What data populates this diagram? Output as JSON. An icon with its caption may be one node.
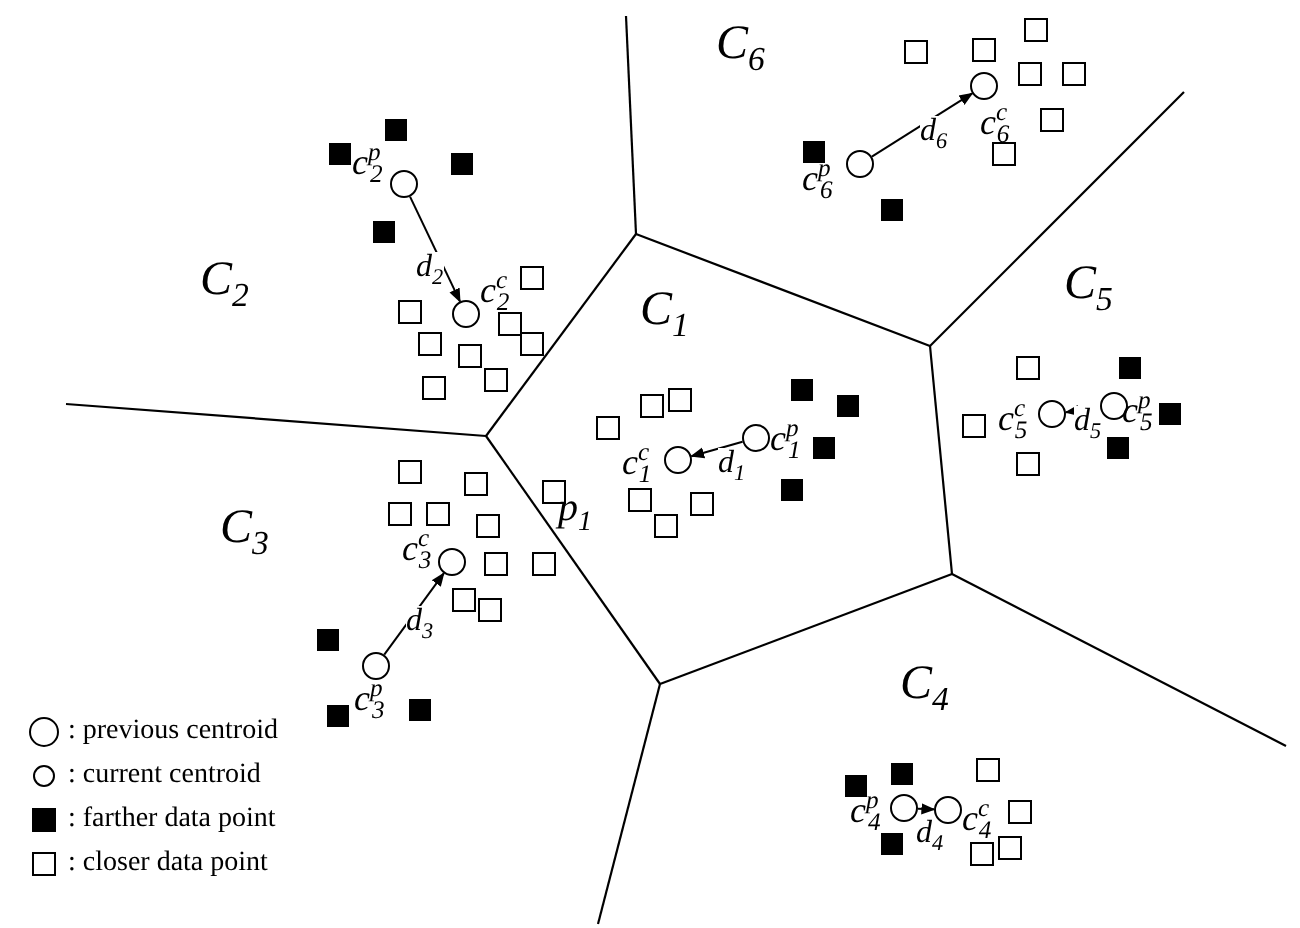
{
  "diagram": {
    "nodes": [
      {
        "text": [],
        "shape": "circle",
        "beside": [
          "c$^{p}$$_{2}$"
        ]
      },
      {
        "text": [],
        "shape": "circle",
        "beside": [
          "c$^{c}$$_{2}$"
        ]
      },
      {
        "text": [],
        "shape": "circle",
        "beside": [
          "c$^{p}$$_{6}$"
        ]
      },
      {
        "text": [],
        "shape": "circle",
        "beside": [
          "c$^{c}$$_{6}$"
        ]
      },
      {
        "text": [],
        "shape": "circle",
        "beside": [
          "c$^{p}$$_{1}$"
        ]
      },
      {
        "text": [],
        "shape": "circle",
        "beside": [
          "c$^{c}$$_{1}$"
        ]
      },
      {
        "text": [],
        "shape": "circle",
        "beside": [
          "c$^{p}$$_{5}$"
        ]
      },
      {
        "text": [],
        "shape": "circle",
        "beside": [
          "c$^{c}$$_{5}$"
        ]
      },
      {
        "text": [],
        "shape": "circle",
        "beside": [
          "c$^{c}$$_{3}$"
        ]
      },
      {
        "text": [],
        "shape": "circle",
        "beside": [
          "c$^{p}$$_{3}$"
        ]
      },
      {
        "text": [],
        "shape": "circle",
        "beside": [
          "c$^{p}$$_{4}$"
        ]
      },
      {
        "text": [],
        "shape": "circle",
        "beside": [
          "c$^{c}$$_{4}$"
        ]
      }
    ],
    "edges": [
      {
        "from": 0,
        "to": 1,
        "arrow": "to",
        "label": "d$_{2}$"
      },
      {
        "from": 2,
        "to": 3,
        "arrow": "to",
        "label": "d$_{6}$"
      },
      {
        "from": 4,
        "to": 5,
        "arrow": "to",
        "label": "d$_{1}$"
      },
      {
        "from": 6,
        "to": 7,
        "arrow": "to",
        "label": "d$_{5}$"
      },
      {
        "from": 9,
        "to": 8,
        "arrow": "to",
        "label": "d$_{3}$"
      },
      {
        "from": 10,
        "to": 11,
        "arrow": "to",
        "label": "d$_{4}$"
      }
    ],
    "labels": [
      "C$_{6}$",
      "C$_{2}$",
      "C$_{5}$",
      "C$_{1}$",
      "p$_{1}$",
      "C$_{3}$",
      "C$_{4}$"
    ],
    "legend": [
      {
        "text": ": previous centroid"
      },
      {
        "text": ": current centroid"
      },
      {
        "text": ": farther data point"
      },
      {
        "text": ": closer data point"
      }
    ]
  }
}
